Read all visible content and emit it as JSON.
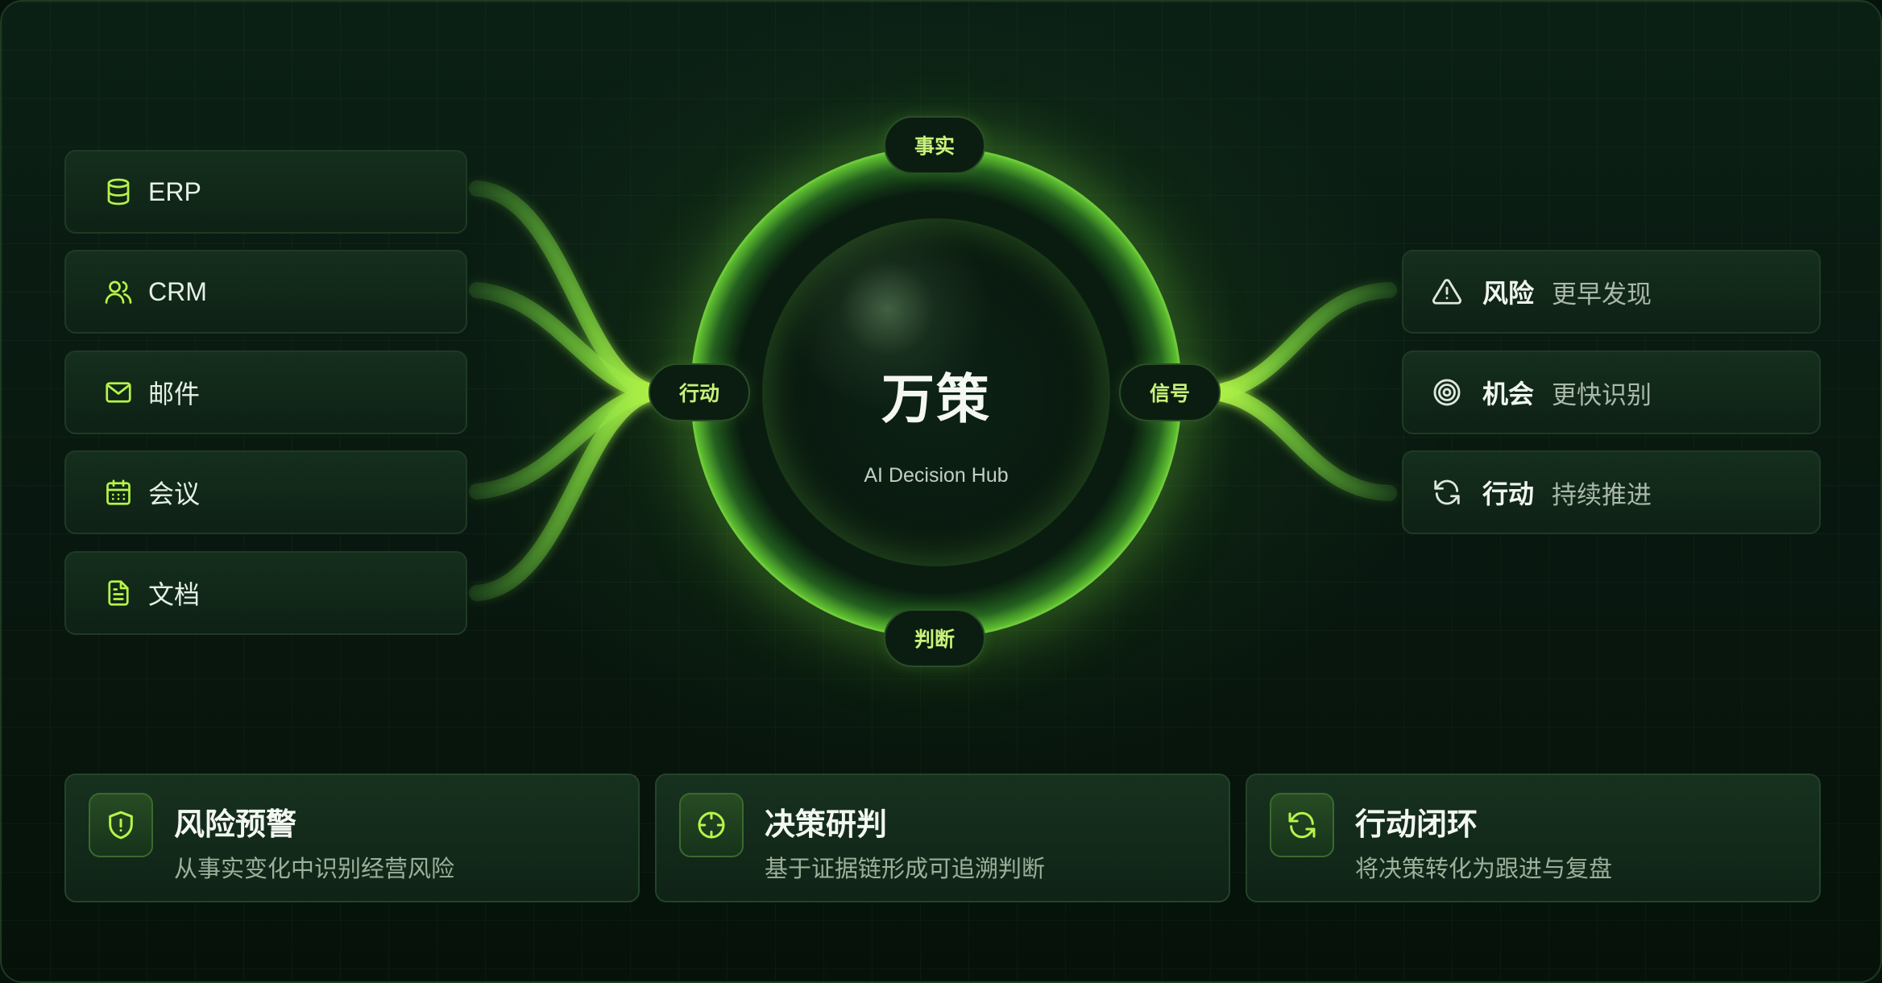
{
  "hub": {
    "title": "万策",
    "subtitle": "AI Decision Hub",
    "nodes": {
      "top": "事实",
      "left": "行动",
      "right": "信号",
      "bottom": "判断"
    }
  },
  "sources": [
    {
      "label": "ERP",
      "icon": "database-icon"
    },
    {
      "label": "CRM",
      "icon": "users-icon"
    },
    {
      "label": "邮件",
      "icon": "mail-icon"
    },
    {
      "label": "会议",
      "icon": "calendar-icon"
    },
    {
      "label": "文档",
      "icon": "document-icon"
    }
  ],
  "outputs": [
    {
      "title": "风险",
      "desc": "更早发现",
      "icon": "warning-icon"
    },
    {
      "title": "机会",
      "desc": "更快识别",
      "icon": "target-icon"
    },
    {
      "title": "行动",
      "desc": "持续推进",
      "icon": "refresh-icon"
    }
  ],
  "features": [
    {
      "title": "风险预警",
      "desc": "从事实变化中识别经营风险",
      "icon": "shield-icon"
    },
    {
      "title": "决策研判",
      "desc": "基于证据链形成可追溯判断",
      "icon": "crosshair-icon"
    },
    {
      "title": "行动闭环",
      "desc": "将决策转化为跟进与复盘",
      "icon": "refresh-icon"
    }
  ],
  "colors": {
    "accent": "#b6f44a",
    "background": "#06130c",
    "card": "#14301d"
  }
}
